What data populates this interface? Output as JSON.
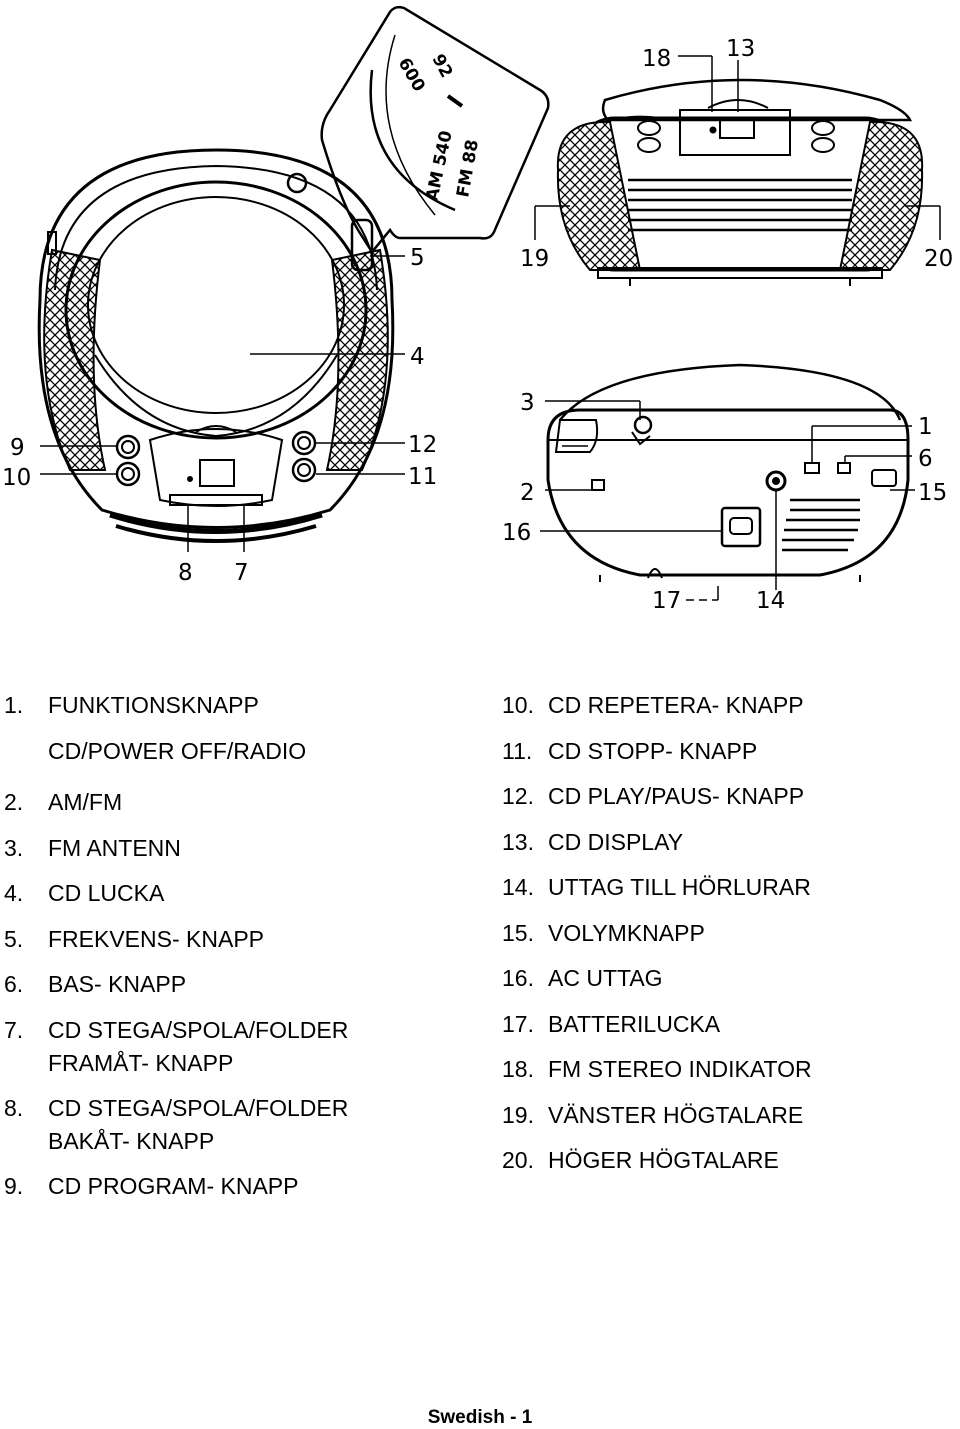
{
  "diagram": {
    "front_callouts": [
      "5",
      "4",
      "9",
      "10",
      "12",
      "11",
      "8",
      "7"
    ],
    "scale_labels": [
      "600",
      "92",
      "AM 540",
      "FM 88"
    ],
    "top_callouts": [
      "18",
      "13",
      "19",
      "20"
    ],
    "back_callouts": [
      "3",
      "1",
      "6",
      "2",
      "15",
      "16",
      "17",
      "14"
    ]
  },
  "parts_left": [
    {
      "num": "1.",
      "text": "FUNKTIONSKNAPP\nCD/POWER OFF/RADIO"
    },
    {
      "num": "2.",
      "text": "AM/FM"
    },
    {
      "num": "3.",
      "text": "FM ANTENN"
    },
    {
      "num": "4.",
      "text": "CD LUCKA"
    },
    {
      "num": "5.",
      "text": "FREKVENS- KNAPP"
    },
    {
      "num": "6.",
      "text": "BAS- KNAPP"
    },
    {
      "num": "7.",
      "text": "CD STEGA/SPOLA/FOLDER\nFRAMÅT- KNAPP"
    },
    {
      "num": "8.",
      "text": "CD STEGA/SPOLA/FOLDER\nBAKÅT- KNAPP"
    },
    {
      "num": "9.",
      "text": "CD PROGRAM- KNAPP"
    }
  ],
  "parts_right": [
    {
      "num": "10.",
      "text": "CD REPETERA- KNAPP"
    },
    {
      "num": "11.",
      "text": "CD STOPP- KNAPP"
    },
    {
      "num": "12.",
      "text": "CD PLAY/PAUS- KNAPP"
    },
    {
      "num": "13.",
      "text": "CD DISPLAY"
    },
    {
      "num": "14.",
      "text": "UTTAG TILL HÖRLURAR"
    },
    {
      "num": "15.",
      "text": "VOLYMKNAPP"
    },
    {
      "num": "16.",
      "text": "AC UTTAG"
    },
    {
      "num": "17.",
      "text": "BATTERILUCKA"
    },
    {
      "num": "18.",
      "text": "FM STEREO INDIKATOR"
    },
    {
      "num": "19.",
      "text": "VÄNSTER HÖGTALARE"
    },
    {
      "num": "20.",
      "text": "HÖGER HÖGTALARE"
    }
  ],
  "footer": "Swedish - 1"
}
